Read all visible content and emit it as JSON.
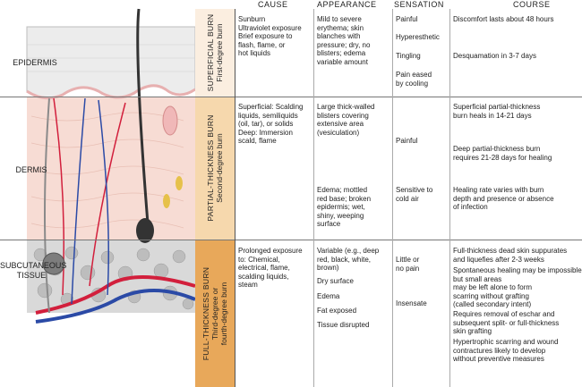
{
  "headers": {
    "cause": "CAUSE",
    "appearance": "APPEARANCE",
    "sensation": "SENSATION",
    "course": "COURSE"
  },
  "layers": {
    "epidermis": "EPIDERMIS",
    "dermis": "DERMIS",
    "subcutaneous": "SUBCUTANEOUS\nTISSUE"
  },
  "burns": [
    {
      "title": "SUPERFICIAL BURN",
      "subtitle": "First-degree burn",
      "color": "#fbeee0"
    },
    {
      "title": "PARTIAL-THICKNESS BURN",
      "subtitle": "Second-degree burn",
      "color": "#f6d8ad"
    },
    {
      "title": "FULL-THICKNESS BURN",
      "subtitle": "Third-degree or\nfourth-degree burn",
      "color": "#e8a85a"
    }
  ],
  "superficial": {
    "cause": "Sunburn\nUltraviolet exposure\nBrief exposure to\nflash, flame, or\nhot liquids",
    "appearance": "Mild to severe\nerythema; skin\nblanches with\npressure; dry, no\nblisters; edema\nvariable amount",
    "sensation": [
      "Painful",
      "Hyperesthetic",
      "Tingling",
      "Pain eased\nby cooling"
    ],
    "course": [
      "Discomfort lasts about 48 hours",
      "Desquamation in 3-7 days"
    ]
  },
  "partial": {
    "cause": "Superficial: Scalding\nliquids, semiliquids\n(oil, tar), or solids\nDeep: Immersion\nscald, flame",
    "appearance": [
      "Large thick-walled\nblisters covering\nextensive area\n(vesiculation)",
      "Edema; mottled\nred base; broken\nepidermis; wet,\nshiny, weeping\nsurface"
    ],
    "sensation": [
      "Painful",
      "Sensitive to\ncold air"
    ],
    "course": [
      "Superficial partial-thickness\nburn heals in 14-21 days",
      "Deep partial-thickness burn\nrequires 21-28 days for healing",
      "Healing rate varies with burn\ndepth and presence or absence\nof infection"
    ]
  },
  "full": {
    "cause": "Prolonged exposure\nto: Chemical,\nelectrical, flame,\nscalding liquids,\nsteam",
    "appearance": [
      "Variable (e.g., deep\nred, black, white,\nbrown)",
      "Dry surface",
      "Edema",
      "Fat exposed",
      "Tissue disrupted"
    ],
    "sensation": [
      "Little or\nno pain",
      "Insensate"
    ],
    "course": [
      "Full-thickness dead skin suppurates\nand liquefies after 2-3 weeks",
      "Spontaneous healing may be impossible but small areas\nmay be left alone to form\nscarring without grafting\n(called secondary intent)",
      "Requires removal of eschar and\nsubsequent split- or full-thickness\nskin grafting",
      "Hypertrophic scarring and wound\ncontractures likely to develop\nwithout preventive measures"
    ]
  }
}
